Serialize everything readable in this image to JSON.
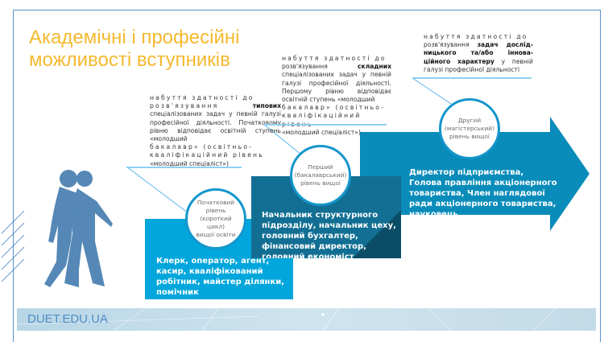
{
  "title": {
    "line1": "Академічні і професійні",
    "line2": "можливості вступників"
  },
  "levels": [
    {
      "circle": [
        "Початковий",
        "рівень",
        "(короткий цикл)",
        "вищої освіти"
      ],
      "positions": "Клерк, оператор, агент, касир, кваліфікований робітник, майстер ділянки, помічник",
      "desc": {
        "a": "набуття здатності до",
        "b": "розв'язування ",
        "c": "типових",
        "d": " спеціалізованих задач у певній галузі професійної діяльності. Початковому рівню відповідає освітній ступень «молодший",
        "e": "бакалавр» (освітньо-",
        "f": "кваліфікаційний рівень",
        "g": "«молодший спеціаліст»)"
      }
    },
    {
      "circle": [
        "Перший",
        "(бакалаврський)",
        "рівень вищої"
      ],
      "positions": "Начальник структурного підрозділу, начальник цеху, головний бухгалтер, фінансовий директор, головний економіст",
      "desc": {
        "a": "набуття здатності до",
        "b": "розв'язування ",
        "c": "складних",
        "d": " спеціалізованих задач у певній галузі професійної діяльності. Першому рівню відповідає освітній ступень «молодший",
        "e": "бакалавр» (освітньо-",
        "f": "кваліфікаційний рівень",
        "g": "«молодший спеціаліст»)"
      }
    },
    {
      "circle": [
        "Другий",
        "(магістерський)",
        "рівень вищої"
      ],
      "positions": "Директор підприємства, Голова правління акціонерного товариства, Член наглядової ради акціонерного товариства, науковець",
      "desc": {
        "a": "набуття здатності до",
        "b": "розв'язування ",
        "c": "задач дослід-ницького та/або іннова-ційного характеру",
        "d": " у певній галузі професійної діяльності"
      }
    }
  ],
  "footer": {
    "site": "DUET.EDU.UA"
  },
  "colors": {
    "accent": "#f4b92f",
    "level1": "#00a6dc",
    "level2": "#126f93",
    "level3": "#0a8cba"
  }
}
